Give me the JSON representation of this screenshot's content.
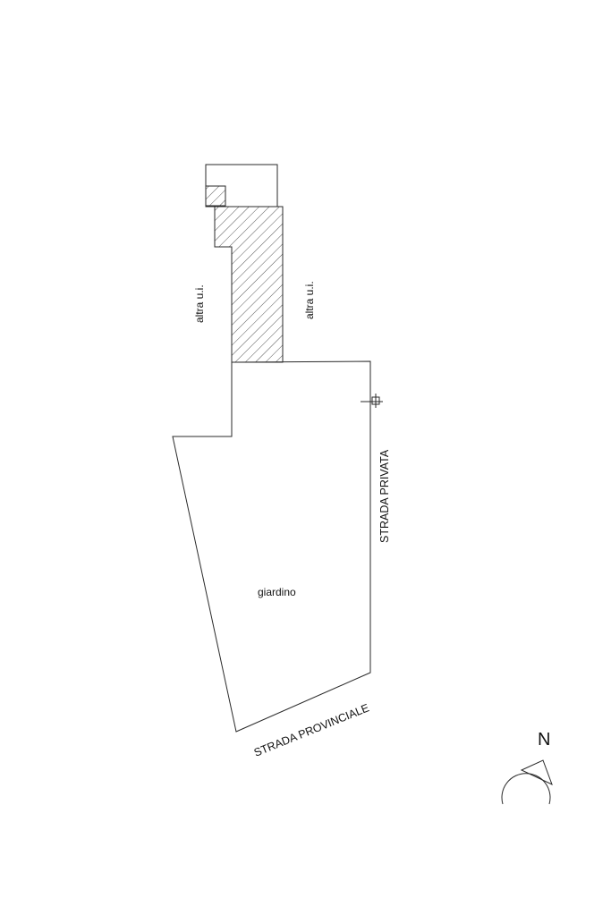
{
  "labels": {
    "neighbor_left": "altra u.i.",
    "neighbor_right": "altra u.i.",
    "garden": "giardino",
    "private_road": "STRADA PRIVATA",
    "provincial_road": "STRADA PROVINCIALE",
    "north": "N"
  },
  "colors": {
    "line": "#2a2a2a",
    "text": "#111111",
    "background": "#ffffff"
  },
  "icons": {
    "access_symbol": "entrance-symbol-icon",
    "north_arrow": "north-arrow-icon"
  }
}
